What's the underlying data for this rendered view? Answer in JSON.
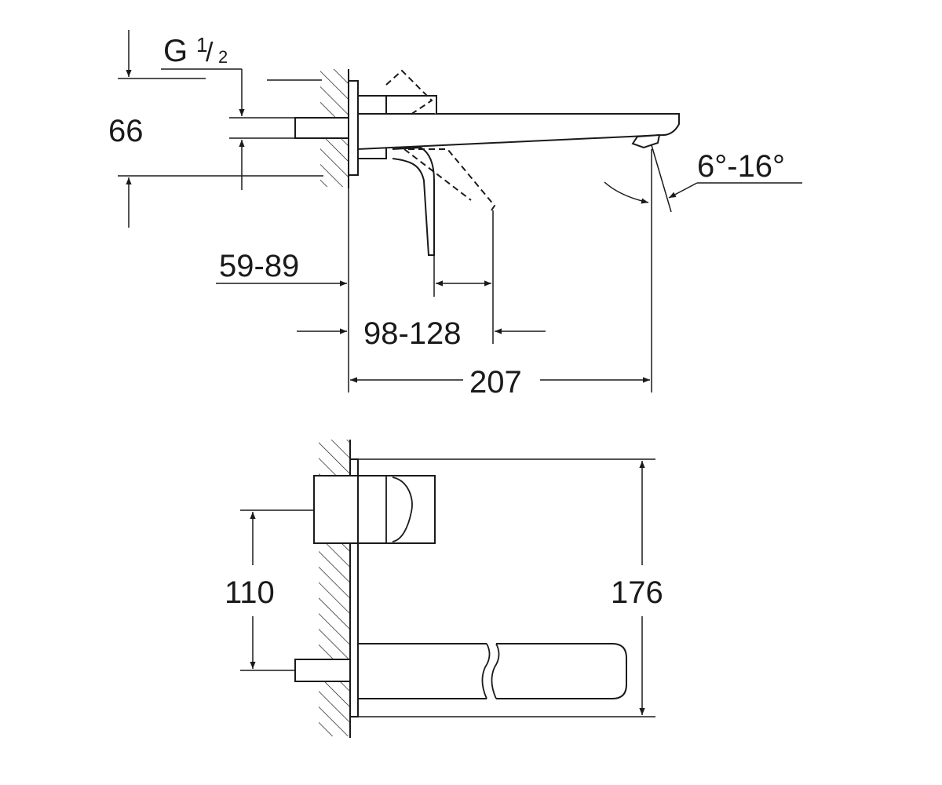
{
  "side_view": {
    "thread": {
      "letter": "G",
      "numerator": "1",
      "denominator": "2"
    },
    "dim_height": "66",
    "dim_lever_projection": "59-89",
    "dim_lever_reach": "98-128",
    "dim_spout_length": "207",
    "dim_spray_angle": "6°-16°"
  },
  "front_view": {
    "dim_lever_height": "110",
    "dim_total_height": "176"
  },
  "colors": {
    "line": "#1a1a1a",
    "hatch": "#1a1a1a",
    "background": "#ffffff"
  }
}
